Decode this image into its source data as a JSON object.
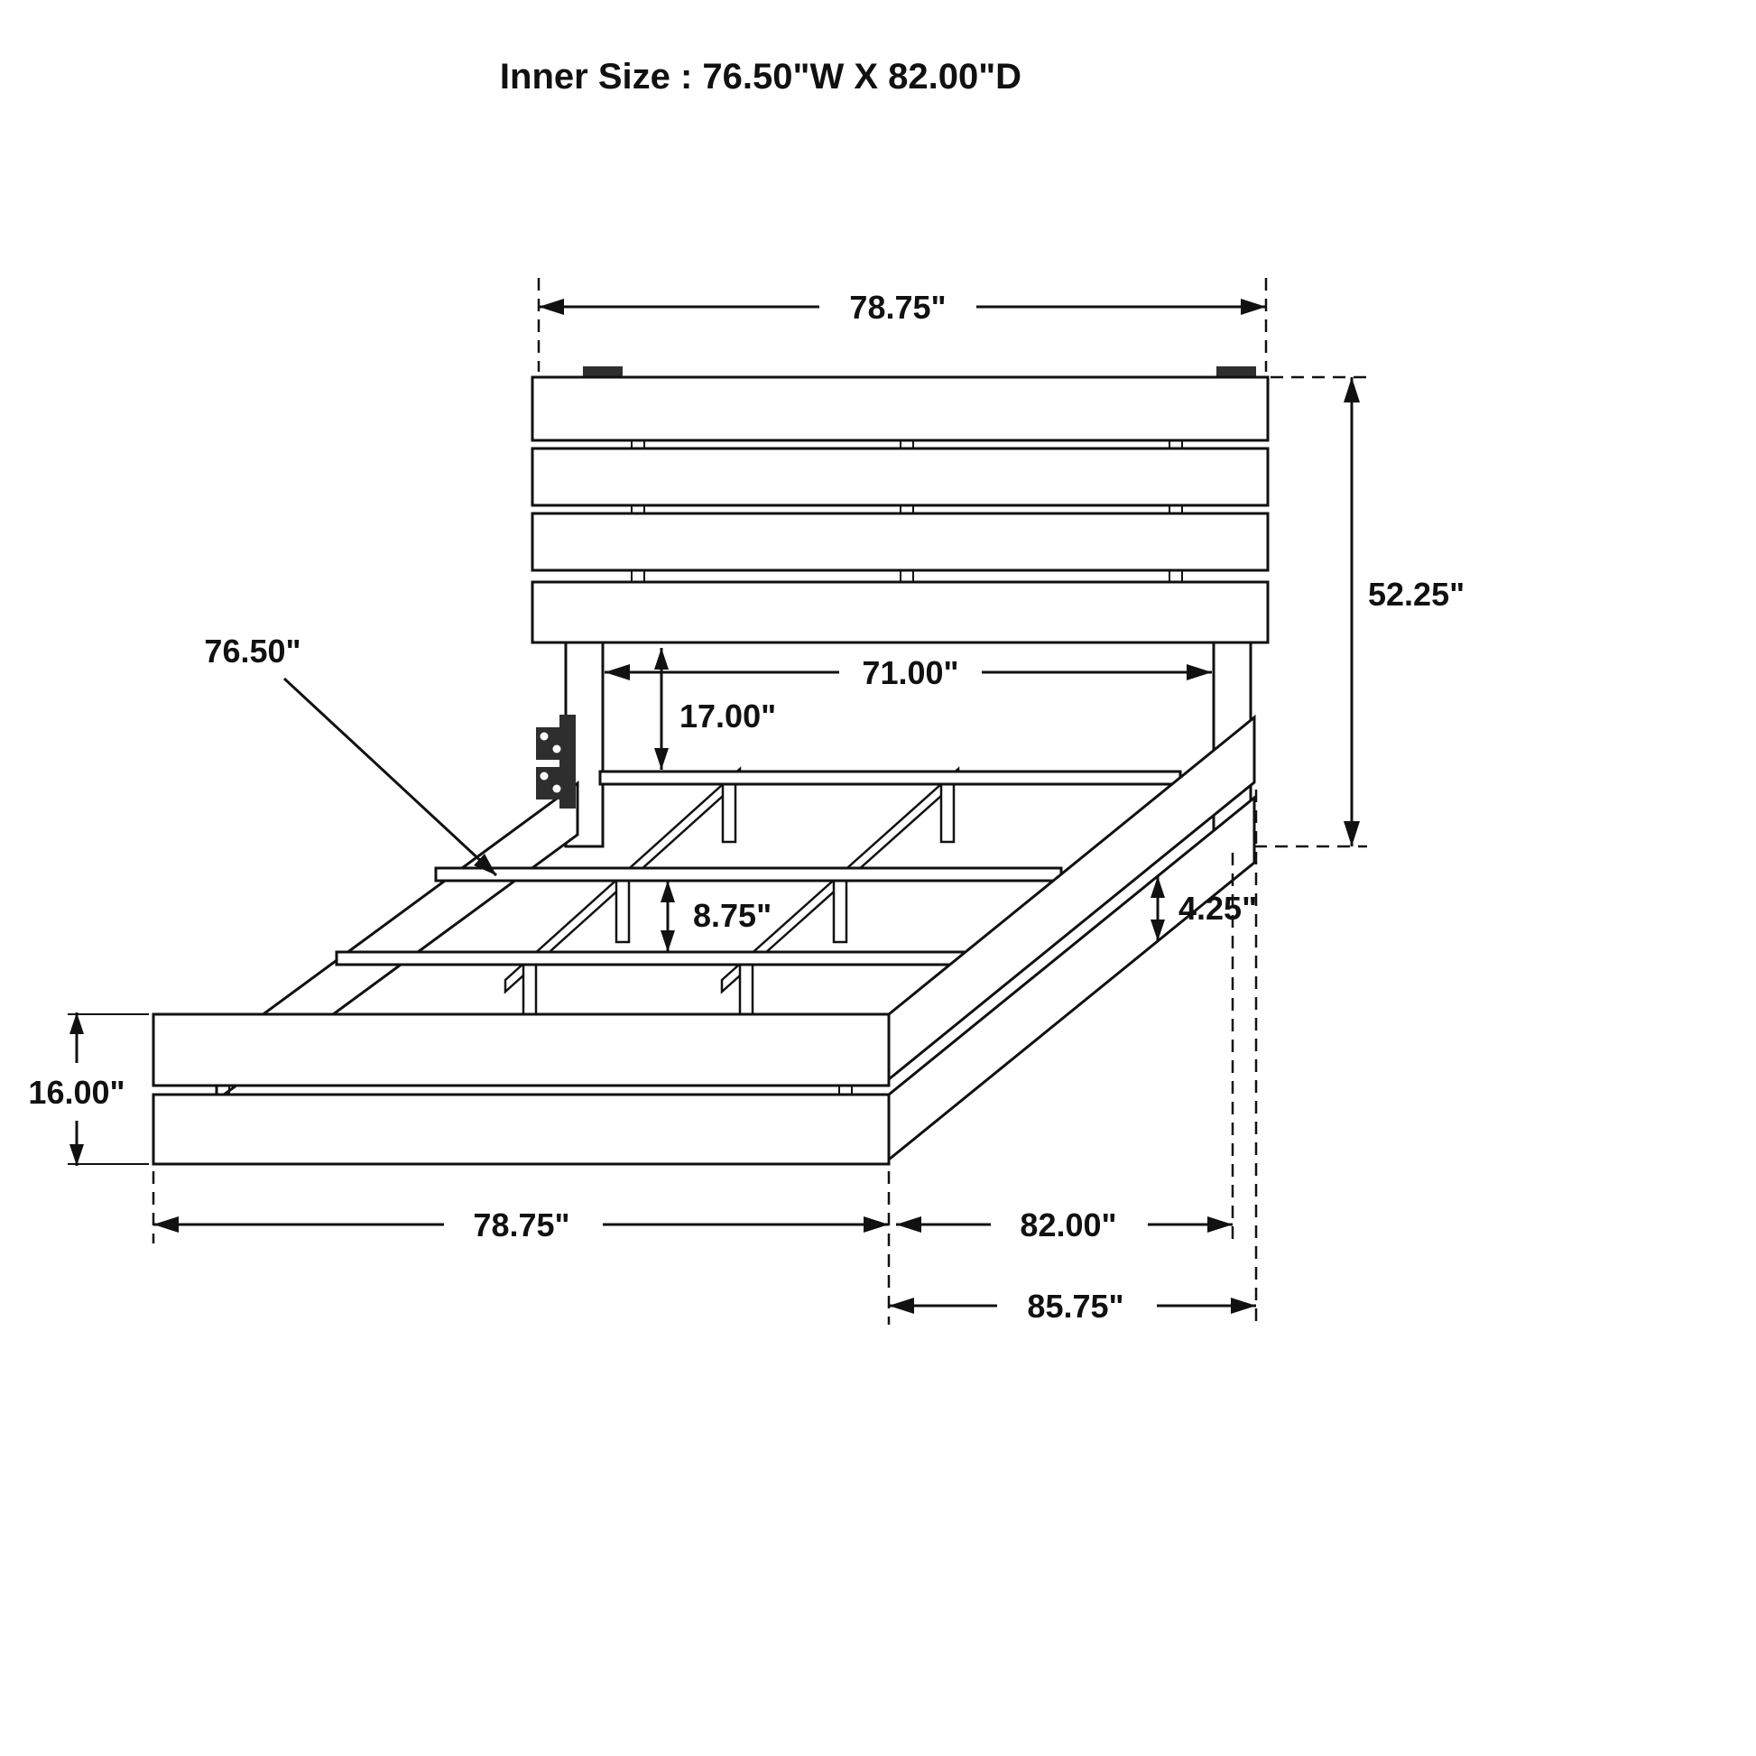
{
  "title": "Inner Size : 76.50\"W X 82.00\"D",
  "colors": {
    "ink": "#111111",
    "paper": "#ffffff"
  },
  "dimensions": {
    "headboard_width": "78.75\"",
    "headboard_height": "52.25\"",
    "inner_width": "71.00\"",
    "headboard_clearance": "17.00\"",
    "slat_length": "76.50\"",
    "slat_support_height": "8.75\"",
    "base_rail_height": "4.25\"",
    "footboard_height": "16.00\"",
    "footboard_width": "78.75\"",
    "inner_depth": "82.00\"",
    "overall_depth": "85.75\""
  }
}
